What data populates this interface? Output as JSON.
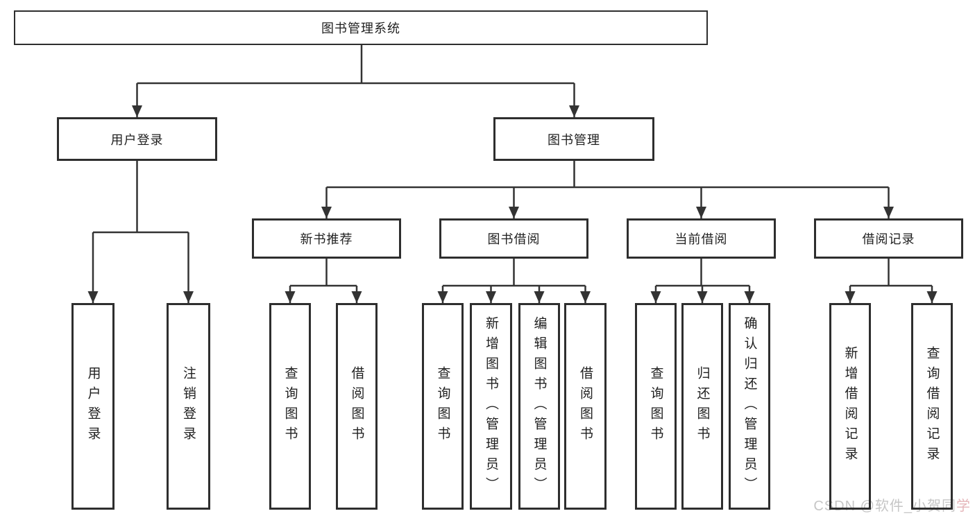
{
  "nodes": {
    "root": {
      "label": "图书管理系统"
    },
    "level2": [
      {
        "label": "用户登录"
      },
      {
        "label": "图书管理"
      }
    ],
    "level3": [
      {
        "label": "新书推荐"
      },
      {
        "label": "图书借阅"
      },
      {
        "label": "当前借阅"
      },
      {
        "label": "借阅记录"
      }
    ],
    "leaves": [
      {
        "label": "用户登录",
        "parent": "用户登录"
      },
      {
        "label": "注销登录",
        "parent": "用户登录"
      },
      {
        "label": "查询图书",
        "parent": "新书推荐"
      },
      {
        "label": "借阅图书",
        "parent": "新书推荐"
      },
      {
        "label": "查询图书",
        "parent": "图书借阅"
      },
      {
        "label": "新增图书（管理员）",
        "parent": "图书借阅"
      },
      {
        "label": "编辑图书（管理员）",
        "parent": "图书借阅"
      },
      {
        "label": "借阅图书",
        "parent": "图书借阅"
      },
      {
        "label": "查询图书",
        "parent": "当前借阅"
      },
      {
        "label": "归还图书",
        "parent": "当前借阅"
      },
      {
        "label": "确认归还（管理员）",
        "parent": "当前借阅"
      },
      {
        "label": "新增借阅记录",
        "parent": "借阅记录"
      },
      {
        "label": "查询借阅记录",
        "parent": "借阅记录"
      }
    ]
  },
  "watermark": {
    "prefix": "CSDN @软件_小贺同",
    "accent": "学"
  },
  "colors": {
    "line": "#333333",
    "box_border": "#2e2e2e",
    "text": "#1f1f1f",
    "background": "#ffffff",
    "watermark": "#c3c3c3",
    "watermark_accent": "#e4b2b6"
  }
}
